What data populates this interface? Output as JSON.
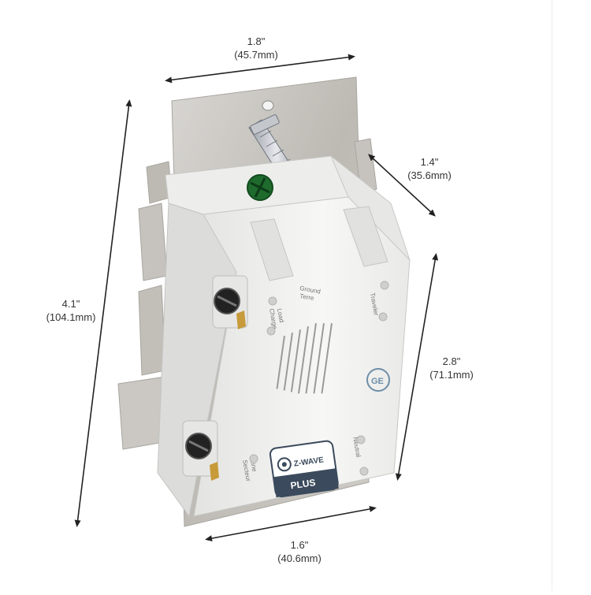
{
  "dimensions": {
    "width_top": {
      "inches": "1.8\"",
      "mm": "(45.7mm)"
    },
    "depth": {
      "inches": "1.4\"",
      "mm": "(35.6mm)"
    },
    "height_left": {
      "inches": "4.1\"",
      "mm": "(104.1mm)"
    },
    "height_right": {
      "inches": "2.8\"",
      "mm": "(71.1mm)"
    },
    "width_bottom": {
      "inches": "1.6\"",
      "mm": "(40.6mm)"
    }
  },
  "device": {
    "label_ground": "Ground",
    "label_terre": "Terre",
    "label_traveler": "Traveler",
    "label_load": "Load",
    "label_charge": "Charge",
    "label_neutral": "Neutral",
    "label_line": "Line",
    "label_secteur": "Secteur",
    "zwave_brand": "Z-WAVE",
    "zwave_plus": "PLUS",
    "brand": "GE"
  },
  "colors": {
    "background": "#ffffff",
    "plate": "#c9c6c0",
    "housing": "#f2f2f0",
    "terminal_green": "#1f6b2e",
    "zwave_badge": "#3b4a5c"
  }
}
